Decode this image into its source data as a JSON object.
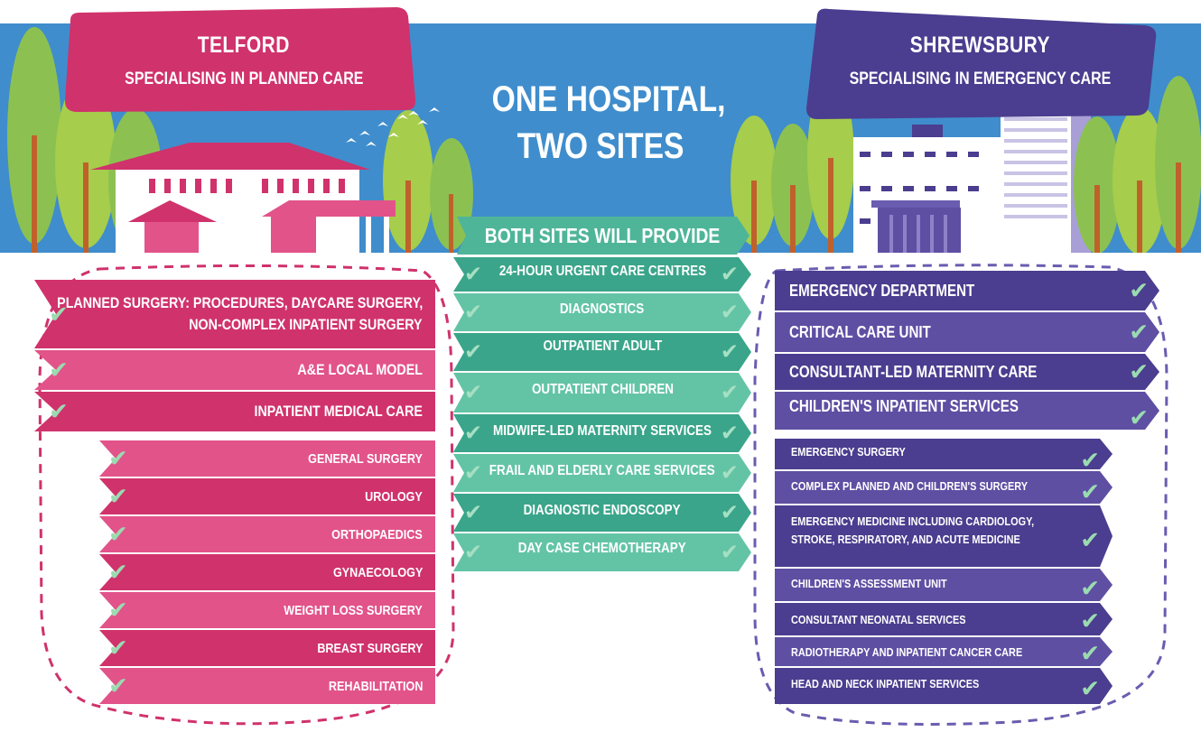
{
  "title": "ONE HOSPITAL, TWO SITES",
  "title_lines": [
    "ONE HOSPITAL,",
    "TWO SITES"
  ],
  "colors": {
    "sky": "#3f8dcc",
    "telford_dark": "#d0326c",
    "telford_light": "#e2538a",
    "shrewsbury_dark": "#4b3d8f",
    "shrewsbury_light": "#5e4fa3",
    "both_dark": "#3aa58a",
    "both_light": "#63c4a5",
    "check": "#9adbb0"
  },
  "telford": {
    "name": "TELFORD",
    "specialism": "SPECIALISING IN PLANNED CARE",
    "core_services": [
      {
        "lines": [
          "PLANNED SURGERY: PROCEDURES, DAYCARE SURGERY,",
          "NON-COMPLEX INPATIENT SURGERY"
        ]
      },
      {
        "lines": [
          "A&E LOCAL MODEL"
        ]
      },
      {
        "lines": [
          "INPATIENT MEDICAL CARE"
        ]
      }
    ],
    "specialties": [
      "GENERAL SURGERY",
      "UROLOGY",
      "ORTHOPAEDICS",
      "GYNAECOLOGY",
      "WEIGHT LOSS SURGERY",
      "BREAST SURGERY",
      "REHABILITATION"
    ]
  },
  "both_sites": {
    "heading": "BOTH SITES WILL PROVIDE",
    "services": [
      "24-HOUR URGENT CARE CENTRES",
      "DIAGNOSTICS",
      "OUTPATIENT ADULT",
      "OUTPATIENT CHILDREN",
      "MIDWIFE-LED MATERNITY SERVICES",
      "FRAIL AND ELDERLY CARE SERVICES",
      "DIAGNOSTIC ENDOSCOPY",
      "DAY CASE CHEMOTHERAPY"
    ]
  },
  "shrewsbury": {
    "name": "SHREWSBURY",
    "specialism": "SPECIALISING IN EMERGENCY CARE",
    "core_services": [
      {
        "lines": [
          "EMERGENCY DEPARTMENT"
        ]
      },
      {
        "lines": [
          "CRITICAL CARE UNIT"
        ]
      },
      {
        "lines": [
          "CONSULTANT-LED MATERNITY CARE"
        ]
      },
      {
        "lines": [
          "CHILDREN'S INPATIENT SERVICES"
        ]
      }
    ],
    "specialties": [
      {
        "lines": [
          "EMERGENCY SURGERY"
        ]
      },
      {
        "lines": [
          "COMPLEX PLANNED AND CHILDREN'S SURGERY"
        ]
      },
      {
        "lines": [
          "EMERGENCY MEDICINE INCLUDING CARDIOLOGY,",
          "STROKE, RESPIRATORY, AND ACUTE MEDICINE"
        ]
      },
      {
        "lines": [
          "CHILDREN'S ASSESSMENT UNIT"
        ]
      },
      {
        "lines": [
          "CONSULTANT NEONATAL SERVICES"
        ]
      },
      {
        "lines": [
          "RADIOTHERAPY AND INPATIENT CANCER CARE"
        ]
      },
      {
        "lines": [
          "HEAD AND NECK INPATIENT SERVICES"
        ]
      }
    ]
  }
}
